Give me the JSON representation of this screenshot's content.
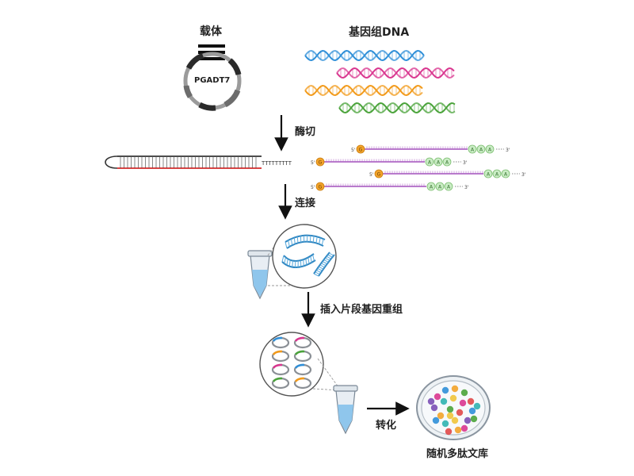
{
  "labels": {
    "vector": "载体",
    "genomic_dna": "基因组DNA",
    "plasmid_name": "PGADT7",
    "digestion": "酶切",
    "ligation": "连接",
    "insert": "插入片段基因重组",
    "transformation": "转化",
    "library": "随机多肽文库"
  },
  "adapter": {
    "t_tail": "TTTTTTTTT",
    "five_prime": "5'",
    "three_prime": "3'",
    "g_cap": "G",
    "a_base": "A"
  },
  "colors": {
    "dna_blue": "#2f8fd8",
    "dna_pink": "#d9368f",
    "dna_orange": "#f29a1a",
    "dna_green": "#4aa33a",
    "adapter_purple": "#b06ac6",
    "cap_orange": "#f2a32a",
    "a_circle_fill": "#c9ecc4",
    "linker_red": "#d62828",
    "linker_dark": "#333333",
    "tube_liquid": "#8fc6ec"
  },
  "icons": {
    "plasmid": "plasmid-icon",
    "dna_helix": "dna-helix-icon",
    "tube": "microcentrifuge-tube-icon",
    "petri": "petri-dish-icon",
    "arrow": "arrow-icon",
    "fragment": "dna-fragment-icon"
  }
}
